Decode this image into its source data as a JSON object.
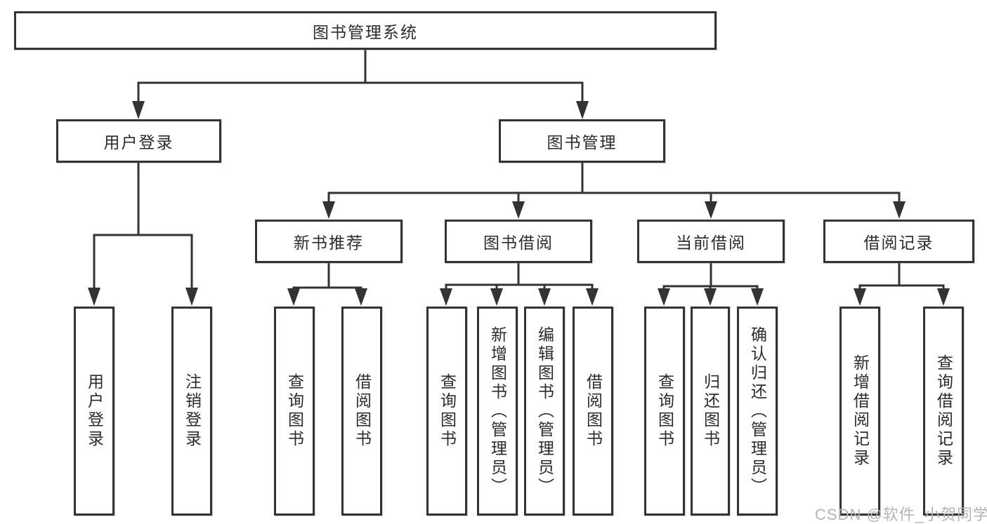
{
  "diagram": {
    "title_node": {
      "label": "图书管理系统"
    },
    "level2": {
      "user_login": {
        "label": "用户登录"
      },
      "book_mgmt": {
        "label": "图书管理"
      }
    },
    "level3": {
      "new_book_rec": {
        "label": "新书推荐"
      },
      "book_borrow": {
        "label": "图书借阅"
      },
      "current_borrow": {
        "label": "当前借阅"
      },
      "borrow_record": {
        "label": "借阅记录"
      }
    },
    "leaves": {
      "user_login_leaf": {
        "label": "用户登录"
      },
      "logout": {
        "label": "注销登录"
      },
      "query_book_1": {
        "label": "查询图书"
      },
      "borrow_book_1": {
        "label": "借阅图书"
      },
      "query_book_2": {
        "label": "查询图书"
      },
      "add_book_admin": {
        "label": "新增图书（管理员）"
      },
      "edit_book_admin": {
        "label": "编辑图书（管理员）"
      },
      "borrow_book_2": {
        "label": "借阅图书"
      },
      "query_book_3": {
        "label": "查询图书"
      },
      "return_book": {
        "label": "归还图书"
      },
      "confirm_return_admin": {
        "label": "确认归还（管理员）"
      },
      "add_borrow_record": {
        "label": "新增借阅记录"
      },
      "query_borrow_record": {
        "label": "查询借阅记录"
      }
    }
  },
  "watermark": {
    "text": "CSDN @软件_小贺同学"
  },
  "colors": {
    "line": "#333333",
    "border": "#333333",
    "text": "#2b2b2b",
    "watermark": "#b4b4b4",
    "background": "#ffffff"
  }
}
